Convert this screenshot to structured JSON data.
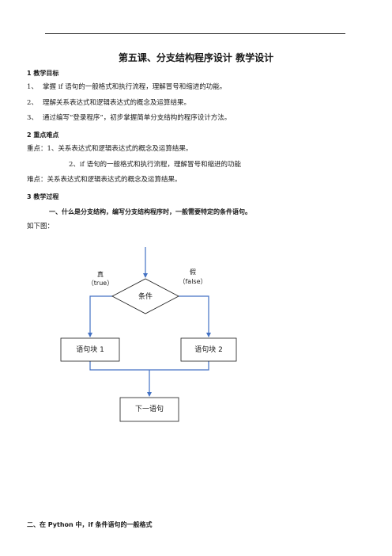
{
  "doc": {
    "title": "第五课、分支结构程序设计  教学设计",
    "goals": {
      "heading": "1 教学目标",
      "items": [
        {
          "num": "1、",
          "text": "掌握 if 语句的一般格式和执行流程，理解冒号和缩进的功能。"
        },
        {
          "num": "2、",
          "text": "理解关系表达式和逻辑表达式的概念及运算结果。"
        },
        {
          "num": "3、",
          "text": "通过编写“登录程序”，初步掌握简单分支结构的程序设计方法。"
        }
      ]
    },
    "key": {
      "heading": "2 重点难点",
      "point1": "重点：1、关系表达式和逻辑表达式的概念及运算结果。",
      "point2": "2、if 语句的一般格式和执行流程，理解冒号和缩进的功能",
      "difficulty": "难点：关系表达式和逻辑表达式的概念及运算结果。"
    },
    "process": {
      "heading": "3 教学过程",
      "section1": "一、什么是分支结构，编写分支结构程序时，一般需要特定的条件语句。",
      "intro": "如下图：",
      "section2": "二、在 Python 中，if 条件语句的一般格式"
    },
    "flowchart": {
      "true_label": "真",
      "true_en": "（true）",
      "false_label": "假",
      "false_en": "（false）",
      "condition": "条件",
      "block1": "语句块 1",
      "block2": "语句块 2",
      "next": "下一语句",
      "line_color": "#4472c4"
    }
  }
}
